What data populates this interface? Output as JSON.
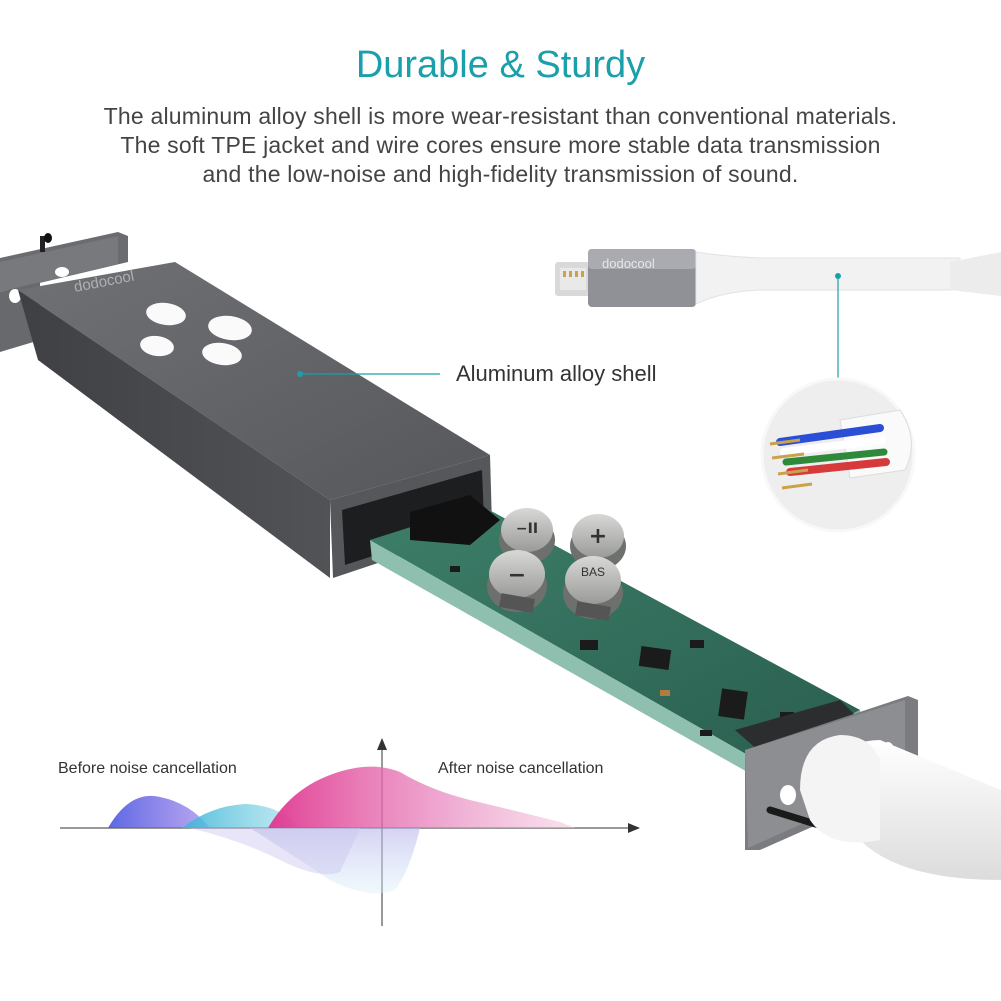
{
  "heading": {
    "title": "Durable & Sturdy",
    "lines": [
      "The aluminum alloy shell is more wear-resistant than conventional materials.",
      "The soft TPE jacket and wire cores ensure more stable data transmission",
      "and the low-noise and high-fidelity transmission of sound."
    ]
  },
  "callouts": {
    "shell": "Aluminum alloy shell"
  },
  "brand": {
    "logo_text": "dodocool"
  },
  "buttons": {
    "plus": "+",
    "minus": "−",
    "bass": "BAS"
  },
  "noise_chart": {
    "before_label": "Before noise cancellation",
    "after_label": "After noise cancellation"
  },
  "colors": {
    "accent": "#1aa0aa",
    "shell": "#5b5d61",
    "pcb": "#2f6e5c",
    "wave_before": "#5b4fd8",
    "wave_after": "#e0479a"
  }
}
